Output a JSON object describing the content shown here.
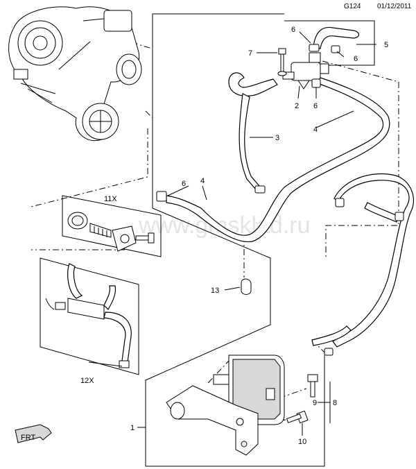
{
  "header": {
    "code": "G124",
    "date": "01/12/2011"
  },
  "watermark": "www.gmsklad.ru",
  "callouts": {
    "c5": "5",
    "c6a": "6",
    "c6b": "6",
    "c7": "7",
    "c2": "2",
    "c6c": "6",
    "c3": "3",
    "c4a": "4",
    "c4b": "4",
    "c6d": "6",
    "c11x": "11X",
    "c13": "13",
    "c12x": "12X",
    "c1": "1",
    "c9": "9",
    "c8": "8",
    "c10": "10"
  },
  "front_marker": {
    "text": "FRT",
    "icon": "front-arrow-icon"
  }
}
